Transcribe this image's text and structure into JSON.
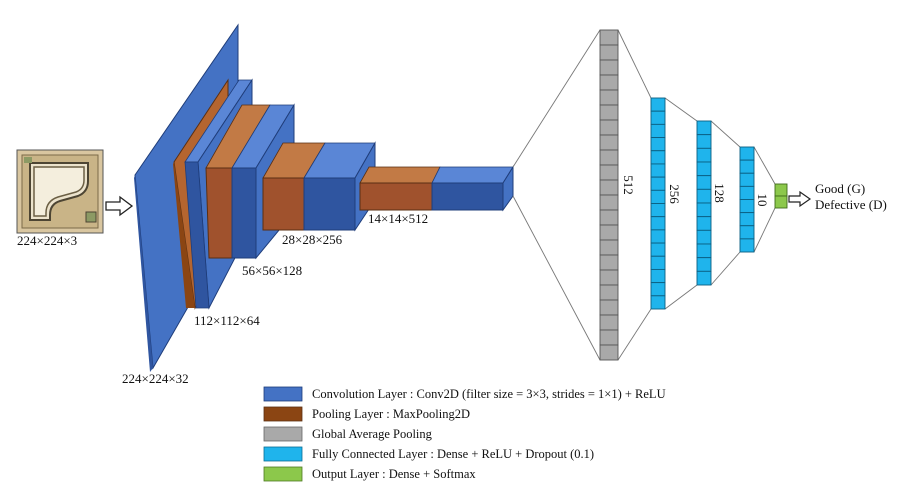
{
  "input": {
    "dims": "224×224×3"
  },
  "conv_blocks": [
    {
      "dims": "224×224×32"
    },
    {
      "dims": "112×112×64"
    },
    {
      "dims": "56×56×128"
    },
    {
      "dims": "28×28×256"
    },
    {
      "dims": "14×14×512"
    }
  ],
  "dense": [
    {
      "units": "512",
      "cells": 22,
      "color": "#a9a9a9"
    },
    {
      "units": "256",
      "cells": 16,
      "color": "#1fb4ec"
    },
    {
      "units": "128",
      "cells": 12,
      "color": "#1fb4ec"
    },
    {
      "units": "10",
      "cells": 8,
      "color": "#1fb4ec"
    }
  ],
  "output": {
    "cells": 2,
    "color": "#8cc84b",
    "classes": [
      "Good (G)",
      "Defective (D)"
    ]
  },
  "colors": {
    "conv": "#4472c4",
    "pool": "#a0522d",
    "gap": "#a9a9a9",
    "fc": "#1fb4ec",
    "out": "#8cc84b"
  },
  "legend": [
    {
      "color": "#4472c4",
      "label": "Convolution Layer : Conv2D (filter size = 3×3, strides = 1×1) + ReLU"
    },
    {
      "color": "#8b4513",
      "label": "Pooling Layer : MaxPooling2D"
    },
    {
      "color": "#a9a9a9",
      "label": "Global Average Pooling"
    },
    {
      "color": "#1fb4ec",
      "label": "Fully Connected Layer : Dense + ReLU + Dropout (0.1)"
    },
    {
      "color": "#8cc84b",
      "label": "Output Layer : Dense + Softmax"
    }
  ]
}
